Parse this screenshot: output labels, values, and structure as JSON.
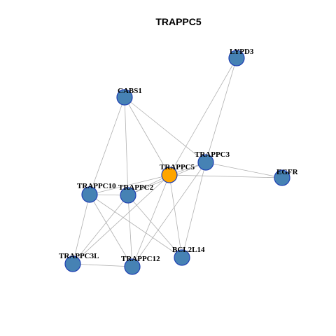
{
  "title": "TRAPPC5",
  "colors": {
    "center_node": "#FFA500",
    "node": "#4682B4",
    "node_border": "#1F3FB3",
    "edge": "#B0B0B0"
  },
  "nodes": [
    {
      "id": "TRAPPC5",
      "label": "TRAPPC5",
      "center": true
    },
    {
      "id": "LYPD3",
      "label": "LYPD3"
    },
    {
      "id": "CABS1",
      "label": "CABS1"
    },
    {
      "id": "TRAPPC3",
      "label": "TRAPPC3"
    },
    {
      "id": "EGFR",
      "label": "EGFR"
    },
    {
      "id": "TRAPPC10",
      "label": "TRAPPC10"
    },
    {
      "id": "TRAPPC2",
      "label": "TRAPPC2"
    },
    {
      "id": "BCL2L14",
      "label": "BCL2L14"
    },
    {
      "id": "TRAPPC3L",
      "label": "TRAPPC3L"
    },
    {
      "id": "TRAPPC12",
      "label": "TRAPPC12"
    }
  ],
  "edges": [
    [
      "LYPD3",
      "TRAPPC5"
    ],
    [
      "LYPD3",
      "TRAPPC3"
    ],
    [
      "CABS1",
      "TRAPPC5"
    ],
    [
      "CABS1",
      "TRAPPC3"
    ],
    [
      "CABS1",
      "TRAPPC10"
    ],
    [
      "CABS1",
      "TRAPPC2"
    ],
    [
      "TRAPPC3",
      "TRAPPC5"
    ],
    [
      "TRAPPC3",
      "EGFR"
    ],
    [
      "TRAPPC3",
      "TRAPPC2"
    ],
    [
      "TRAPPC3",
      "BCL2L14"
    ],
    [
      "TRAPPC3",
      "TRAPPC12"
    ],
    [
      "TRAPPC5",
      "EGFR"
    ],
    [
      "TRAPPC5",
      "TRAPPC10"
    ],
    [
      "TRAPPC5",
      "TRAPPC2"
    ],
    [
      "TRAPPC5",
      "BCL2L14"
    ],
    [
      "TRAPPC5",
      "TRAPPC3L"
    ],
    [
      "TRAPPC5",
      "TRAPPC12"
    ],
    [
      "TRAPPC10",
      "TRAPPC2"
    ],
    [
      "TRAPPC10",
      "TRAPPC3L"
    ],
    [
      "TRAPPC10",
      "TRAPPC12"
    ],
    [
      "TRAPPC10",
      "BCL2L14"
    ],
    [
      "TRAPPC2",
      "TRAPPC3L"
    ],
    [
      "TRAPPC2",
      "TRAPPC12"
    ],
    [
      "TRAPPC2",
      "BCL2L14"
    ],
    [
      "TRAPPC3L",
      "TRAPPC12"
    ]
  ]
}
